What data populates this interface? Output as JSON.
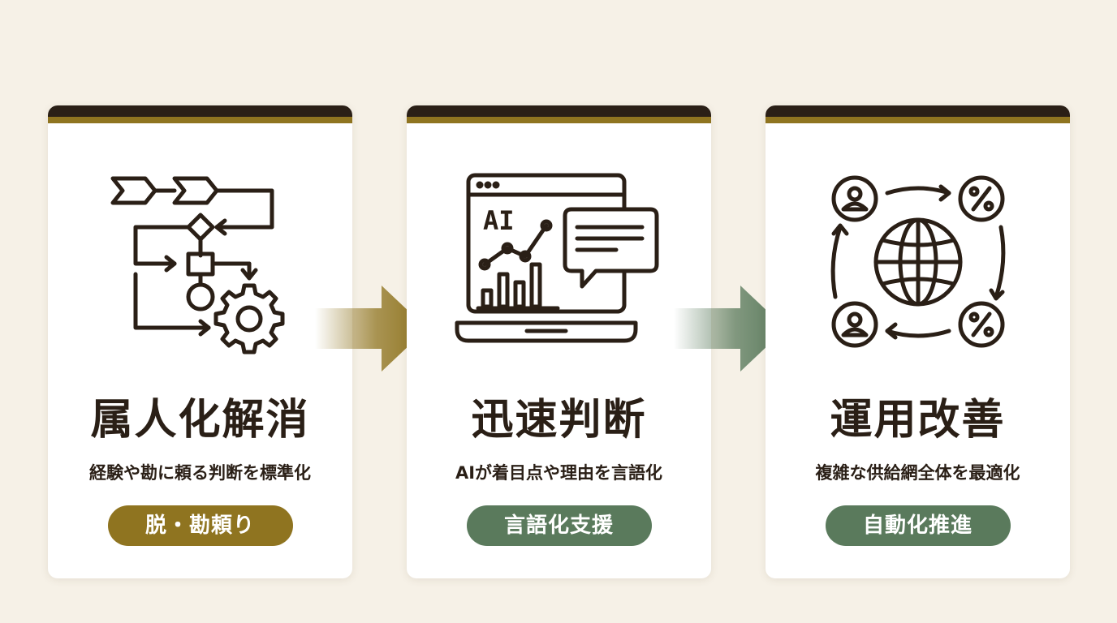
{
  "colors": {
    "background": "#f6f1e7",
    "card_top_dark": "#2a1f16",
    "ink": "#2a1f16",
    "gold": "#8f7420",
    "green": "#5a7a5c"
  },
  "cards": [
    {
      "title": "属人化解消",
      "description": "経験や勘に頼る判断を標準化",
      "badge": "脱・勘頼り",
      "icon": "process-flow-gear-icon",
      "accent": "#8f7420"
    },
    {
      "title": "迅速判断",
      "description": "AIが着目点や理由を言語化",
      "badge": "言語化支援",
      "icon": "ai-laptop-chat-icon",
      "accent": "#5a7a5c",
      "icon_text": "AI"
    },
    {
      "title": "運用改善",
      "description": "複雑な供給網全体を最適化",
      "badge": "自動化推進",
      "icon": "global-network-icon",
      "accent": "#5a7a5c"
    }
  ],
  "arrows": [
    {
      "icon": "arrow-right-icon",
      "color": "#8f7420"
    },
    {
      "icon": "arrow-right-icon",
      "color": "#5a7a5c"
    }
  ]
}
